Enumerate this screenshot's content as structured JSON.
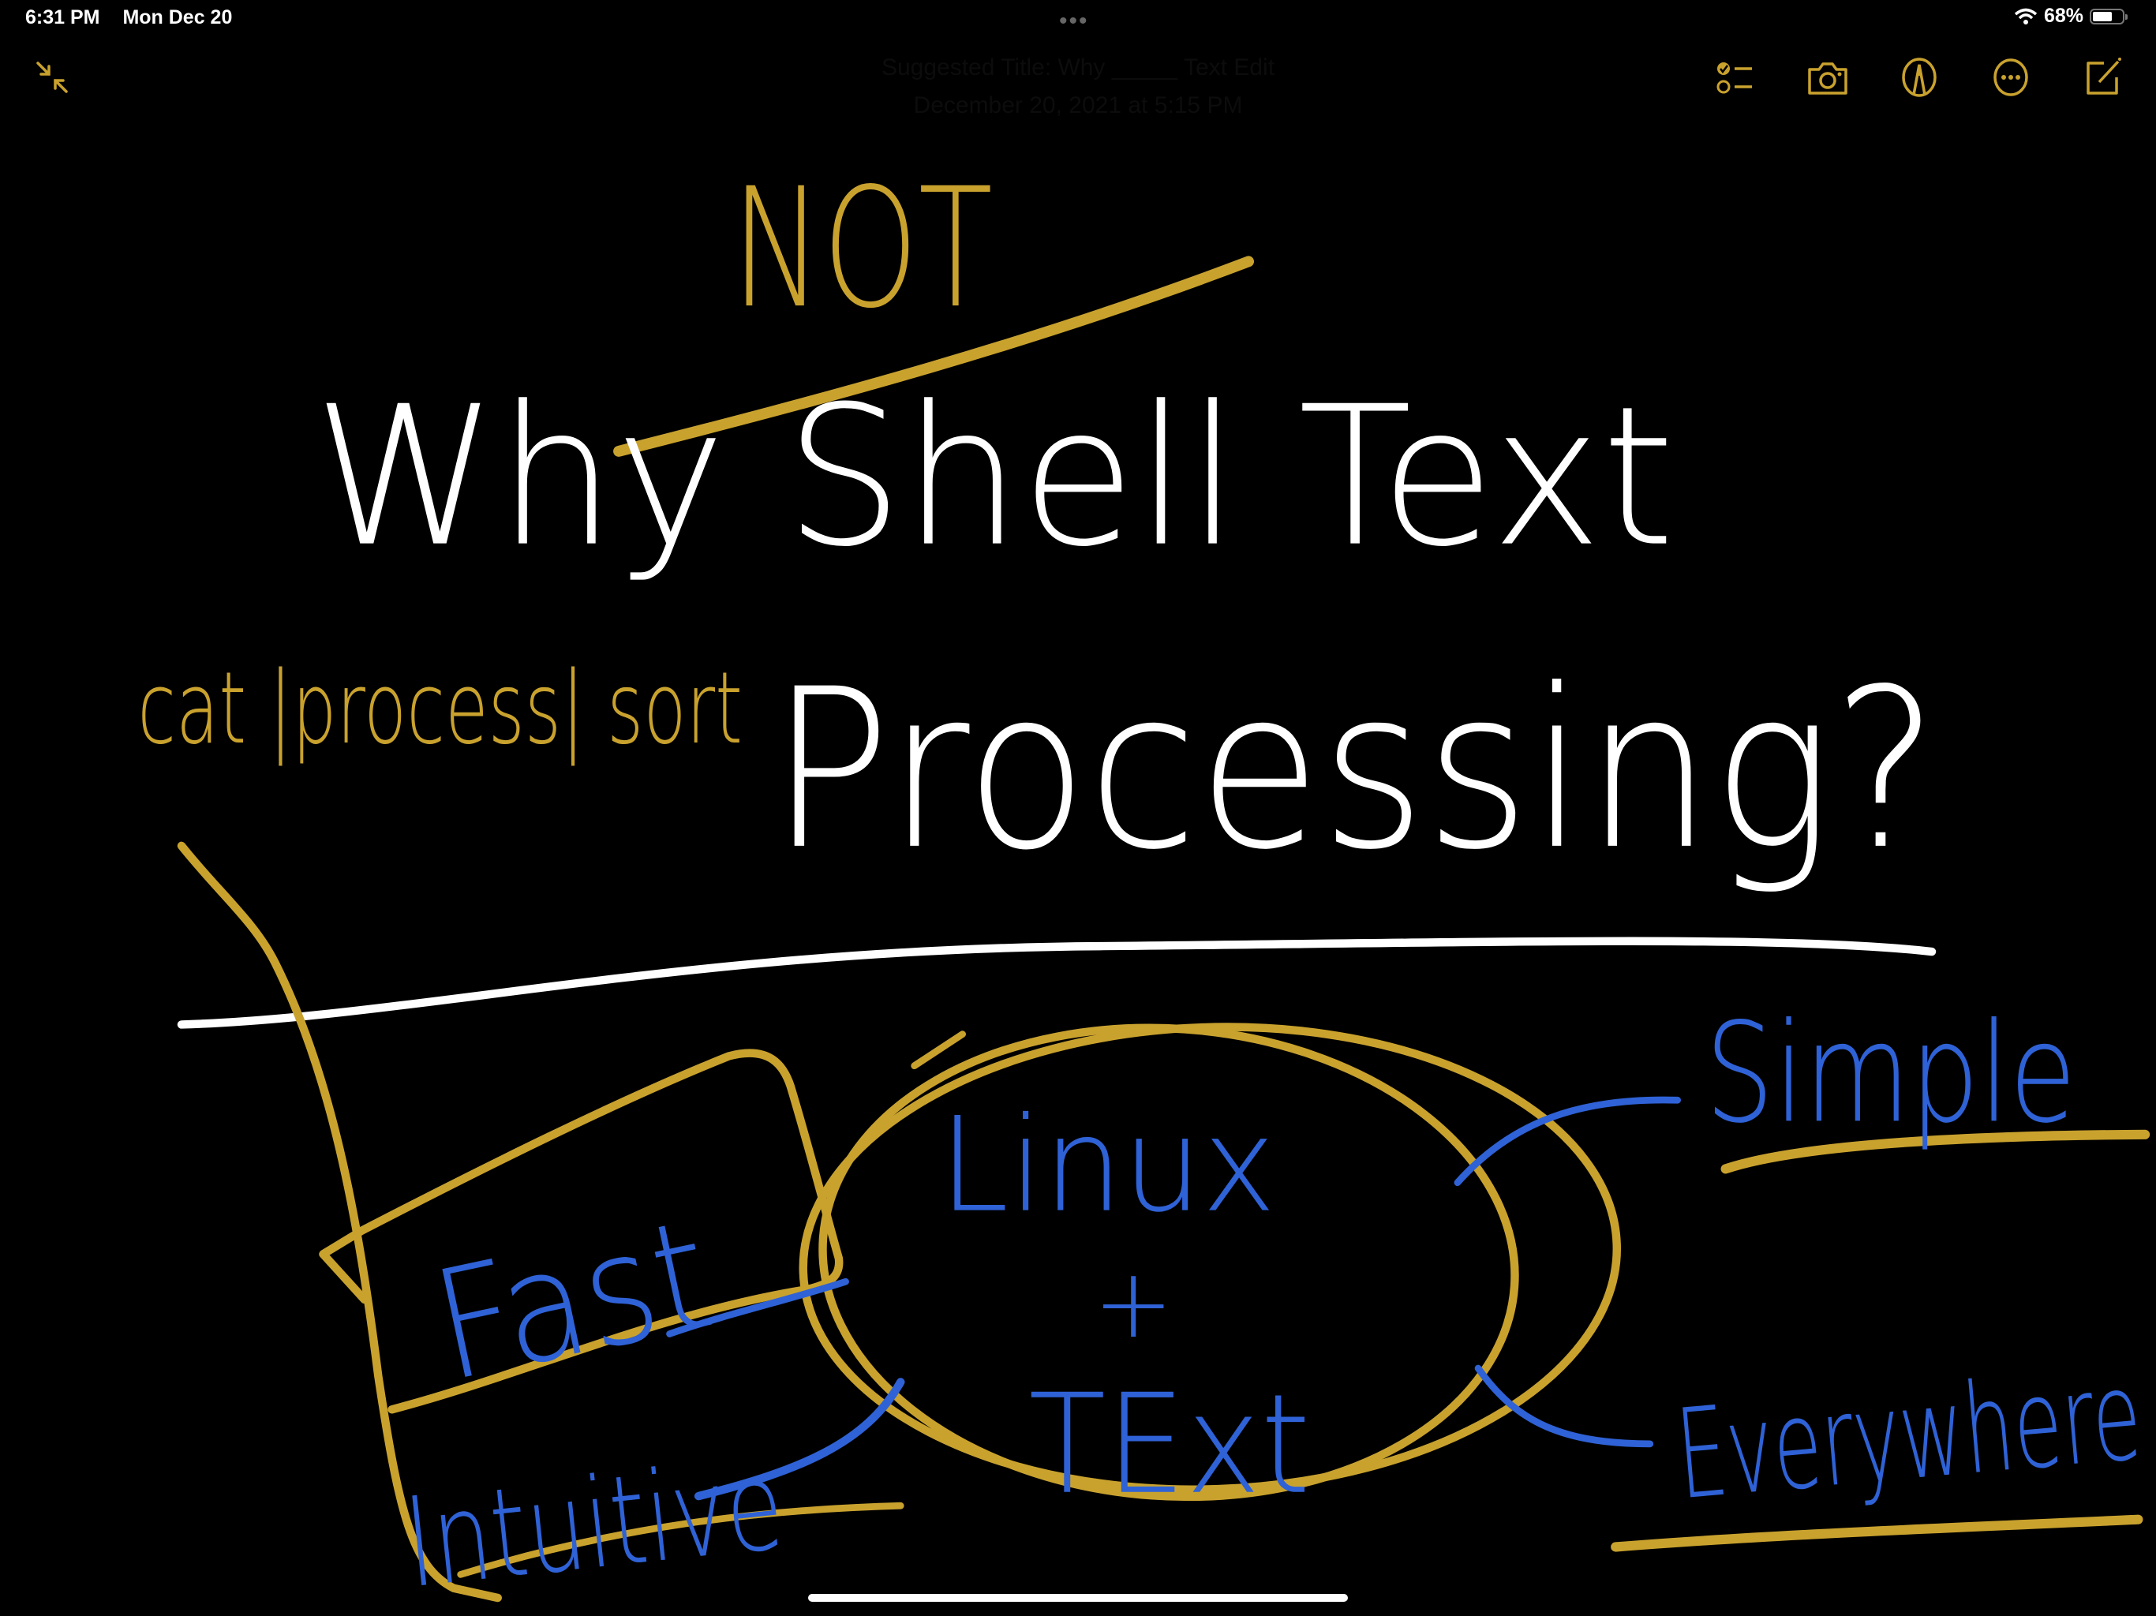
{
  "status_bar": {
    "time": "6:31 PM",
    "date": "Mon Dec 20",
    "battery": "68%",
    "battery_level": 0.68
  },
  "note": {
    "suggested_title": "Suggested Title: Why _____ Text  Edit",
    "timestamp": "December 20, 2021 at 5:15 PM"
  },
  "toolbar": {
    "icons": [
      "checklist-icon",
      "camera-icon",
      "markup-pen-icon",
      "more-icon",
      "compose-icon"
    ]
  },
  "colors": {
    "gold": "#C9A22E",
    "blue": "#2F62D6",
    "white": "#FFFFFF",
    "background": "#000000"
  },
  "drawing": {
    "title_line1": "Why Shell Text",
    "not": "NOT",
    "title_line2": "Processing?",
    "pipeline": "cat |process| sort",
    "fast": "Fast",
    "intuitive": "Intuitive",
    "linux": "Linux",
    "plus": "+",
    "text": "TExt",
    "simple": "Simple",
    "everywhere": "Everywhere"
  }
}
